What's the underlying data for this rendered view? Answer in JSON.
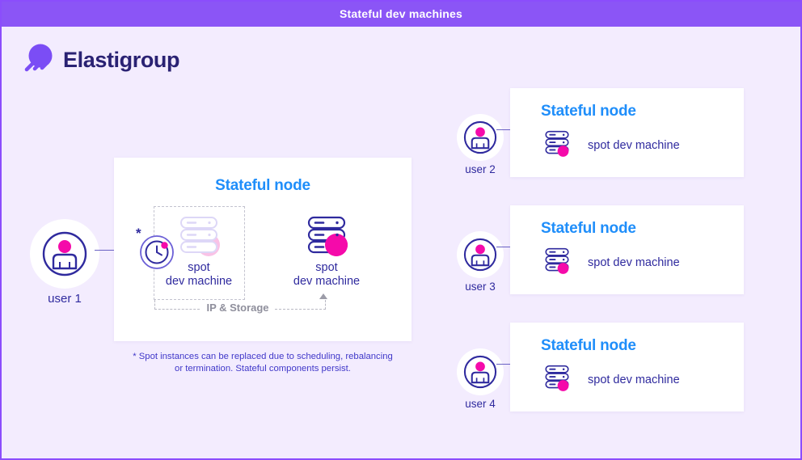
{
  "header": {
    "title": "Stateful dev machines",
    "bg_color": "#8b55f6",
    "text_color": "#ffffff"
  },
  "brand": {
    "name": "Elastigroup",
    "logo_icon": "elastigroup-comet-logo",
    "text_color": "#2a2273",
    "accent_color": "#7b4df5"
  },
  "colors": {
    "frame_bg": "#f3ecfe",
    "frame_border": "#8b4dfc",
    "card_bg": "#ffffff",
    "node_title_blue": "#1f8efa",
    "navy": "#2f2a9e",
    "magenta": "#f50aaa",
    "magenta_faded": "#f9c2e6",
    "arrow_purple": "#6a62c4",
    "dashed_gray": "#b9b9c4",
    "muted_gray": "#8f8f9c",
    "footnote_color": "#4038c9"
  },
  "left_flow": {
    "user": {
      "label": "user 1",
      "icon": "user-avatar-icon"
    },
    "arrow_icon": "arrow-right-icon",
    "card": {
      "title": "Stateful node",
      "clock_icon": "clock-replacement-icon",
      "asterisk": "*",
      "machines": [
        {
          "icon": "server-stack-icon",
          "state": "ghost",
          "line1": "spot",
          "line2": "dev machine"
        },
        {
          "icon": "server-stack-icon",
          "state": "active",
          "line1": "spot",
          "line2": "dev machine"
        }
      ],
      "persistence": {
        "label": "IP & Storage",
        "arrow_icon": "triangle-up-icon"
      }
    },
    "footnote_line1": "* Spot instances can be replaced due to scheduling, rebalancing",
    "footnote_line2": "or termination. Stateful components persist."
  },
  "right_flows": [
    {
      "user": {
        "label": "user 2",
        "icon": "user-avatar-icon"
      },
      "arrow_icon": "arrow-right-icon",
      "card": {
        "title": "Stateful node",
        "machine_icon": "server-stack-icon",
        "machine_label": "spot dev machine"
      }
    },
    {
      "user": {
        "label": "user 3",
        "icon": "user-avatar-icon"
      },
      "arrow_icon": "arrow-right-icon",
      "card": {
        "title": "Stateful node",
        "machine_icon": "server-stack-icon",
        "machine_label": "spot dev machine"
      }
    },
    {
      "user": {
        "label": "user 4",
        "icon": "user-avatar-icon"
      },
      "arrow_icon": "arrow-right-icon",
      "card": {
        "title": "Stateful node",
        "machine_icon": "server-stack-icon",
        "machine_label": "spot dev machine"
      }
    }
  ]
}
